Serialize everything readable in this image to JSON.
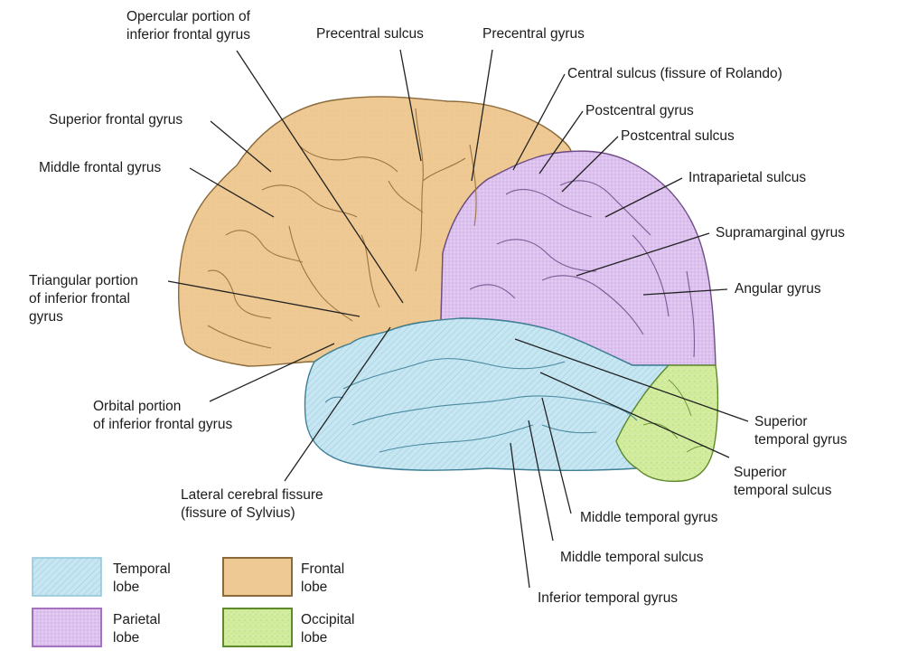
{
  "title": "Lateral view of the cerebral hemisphere",
  "colors": {
    "frontal": "#eec993",
    "frontal_stroke": "#8a6a3a",
    "parietal": "#ddc2ef",
    "parietal_stroke": "#6e4d86",
    "temporal": "#c6e6f2",
    "temporal_stroke": "#3f7f95",
    "occipital": "#d2ec9e",
    "occipital_stroke": "#5f8a2c",
    "leader": "#222222"
  },
  "labels": {
    "opercular": [
      "Opercular portion of",
      "inferior frontal gyrus"
    ],
    "precentral_sulcus": [
      "Precentral sulcus"
    ],
    "precentral_gyrus": [
      "Precentral gyrus"
    ],
    "central_sulcus": [
      "Central sulcus (fissure of Rolando)"
    ],
    "postcentral_gyrus": [
      "Postcentral gyrus"
    ],
    "postcentral_sulcus": [
      "Postcentral sulcus"
    ],
    "intraparietal_sulcus": [
      "Intraparietal sulcus"
    ],
    "supramarginal_gyrus": [
      "Supramarginal gyrus"
    ],
    "angular_gyrus": [
      "Angular gyrus"
    ],
    "superior_frontal_gyrus": [
      "Superior frontal gyrus"
    ],
    "middle_frontal_gyrus": [
      "Middle frontal gyrus"
    ],
    "triangular": [
      "Triangular portion",
      "of inferior frontal",
      "gyrus"
    ],
    "orbital": [
      "Orbital portion",
      "of inferior frontal gyrus"
    ],
    "lateral_fissure": [
      "Lateral cerebral fissure",
      "(fissure of Sylvius)"
    ],
    "superior_temporal_gyrus": [
      "Superior",
      "temporal gyrus"
    ],
    "superior_temporal_sulcus": [
      "Superior",
      "temporal sulcus"
    ],
    "middle_temporal_gyrus": [
      "Middle temporal gyrus"
    ],
    "middle_temporal_sulcus": [
      "Middle temporal sulcus"
    ],
    "inferior_temporal_gyrus": [
      "Inferior temporal gyrus"
    ]
  },
  "legend": [
    {
      "key": "temporal",
      "lines": [
        "Temporal",
        "lobe"
      ]
    },
    {
      "key": "frontal",
      "lines": [
        "Frontal",
        "lobe"
      ]
    },
    {
      "key": "parietal",
      "lines": [
        "Parietal",
        "lobe"
      ]
    },
    {
      "key": "occipital",
      "lines": [
        "Occipital",
        "lobe"
      ]
    }
  ]
}
